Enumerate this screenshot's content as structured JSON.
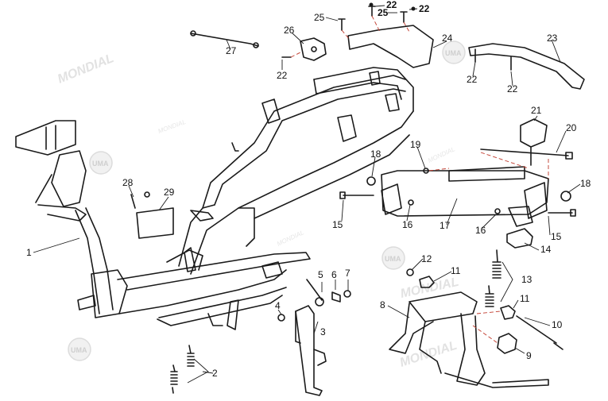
{
  "watermark": {
    "brand": "MONDIAL",
    "logo_text": "UMA"
  },
  "callouts": [
    {
      "id": "c1",
      "text": "1"
    },
    {
      "id": "c2",
      "text": "2"
    },
    {
      "id": "c3",
      "text": "3"
    },
    {
      "id": "c4",
      "text": "4"
    },
    {
      "id": "c5",
      "text": "5"
    },
    {
      "id": "c6",
      "text": "6"
    },
    {
      "id": "c7",
      "text": "7"
    },
    {
      "id": "c8",
      "text": "8"
    },
    {
      "id": "c9",
      "text": "9"
    },
    {
      "id": "c10",
      "text": "10"
    },
    {
      "id": "c11a",
      "text": "11"
    },
    {
      "id": "c11b",
      "text": "11"
    },
    {
      "id": "c12",
      "text": "12"
    },
    {
      "id": "c13",
      "text": "13"
    },
    {
      "id": "c14",
      "text": "14"
    },
    {
      "id": "c15a",
      "text": "15"
    },
    {
      "id": "c15b",
      "text": "15"
    },
    {
      "id": "c16a",
      "text": "16"
    },
    {
      "id": "c16b",
      "text": "16"
    },
    {
      "id": "c17",
      "text": "17"
    },
    {
      "id": "c18a",
      "text": "18"
    },
    {
      "id": "c18b",
      "text": "18"
    },
    {
      "id": "c19",
      "text": "19"
    },
    {
      "id": "c20",
      "text": "20"
    },
    {
      "id": "c21",
      "text": "21"
    },
    {
      "id": "c22a",
      "text": "22"
    },
    {
      "id": "c22b",
      "text": "22"
    },
    {
      "id": "c22c",
      "text": "22"
    },
    {
      "id": "c22d",
      "text": "22"
    },
    {
      "id": "c22e",
      "text": "22"
    },
    {
      "id": "c23",
      "text": "23"
    },
    {
      "id": "c24",
      "text": "24"
    },
    {
      "id": "c25a",
      "text": "25"
    },
    {
      "id": "c25b",
      "text": "25"
    },
    {
      "id": "c26",
      "text": "26"
    },
    {
      "id": "c27",
      "text": "27"
    },
    {
      "id": "c28",
      "text": "28"
    },
    {
      "id": "c29",
      "text": "29"
    }
  ]
}
